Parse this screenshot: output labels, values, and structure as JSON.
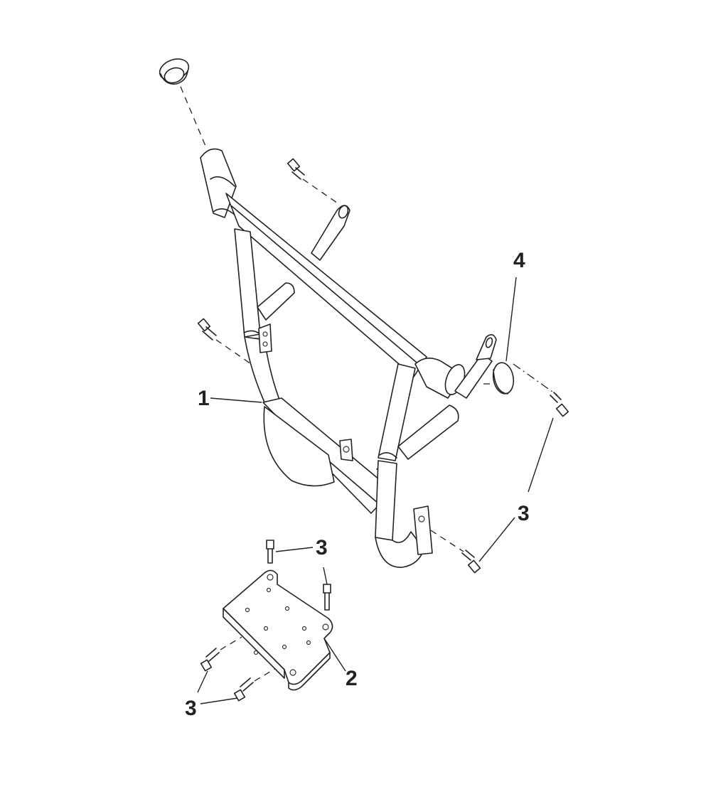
{
  "callouts": {
    "part_1": "1",
    "part_2": "2",
    "part_3_a": "3",
    "part_3_b": "3",
    "part_3_c": "3",
    "part_4": "4"
  },
  "colors": {
    "line": "#222222",
    "background": "#ffffff"
  }
}
